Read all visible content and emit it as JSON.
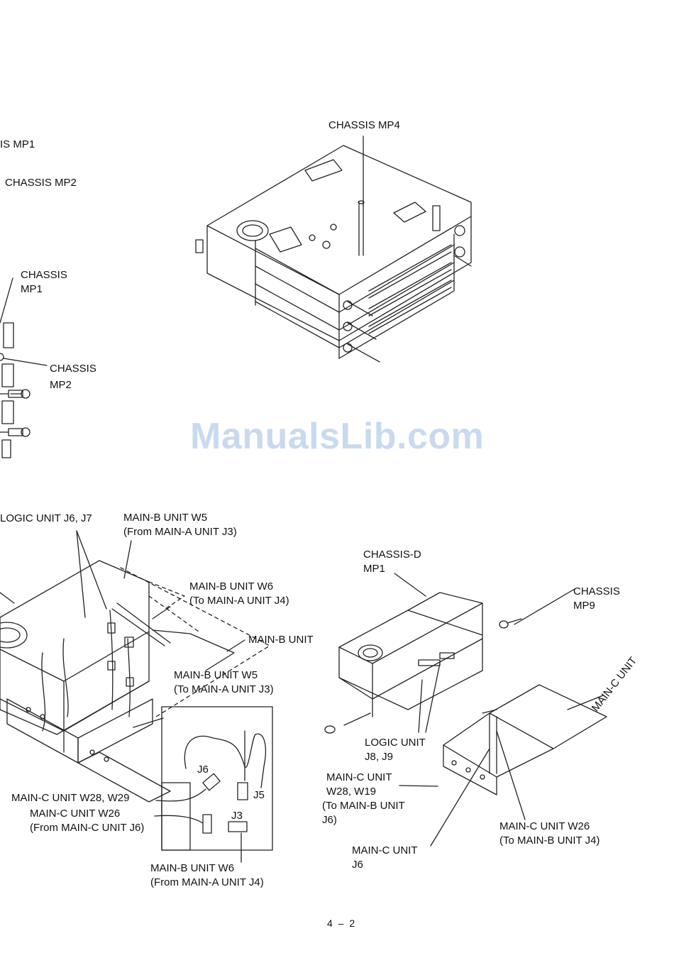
{
  "labels": {
    "top_mp1": "IS  MP1",
    "top_mp2": "CHASSIS  MP2",
    "left_chassis_mp1": [
      "CHASSIS",
      "MP1"
    ],
    "left_chassis_mp2": [
      "CHASSIS",
      "MP2"
    ],
    "chassis_mp4": "CHASSIS  MP4",
    "logic_unit_j6_j7": "LOGIC UNIT J6, J7",
    "mainb_w5_from": [
      "MAIN-B UNIT   W5",
      "(From MAIN-A UNIT J3)"
    ],
    "mainb_w6_to": [
      "MAIN-B UNIT   W6",
      "(To MAIN-A UNIT J4)"
    ],
    "mainb_unit": "MAIN-B UNIT",
    "mainb_w5_to": [
      "MAIN-B UNIT   W5",
      "(To MAIN-A UNIT J3)"
    ],
    "j6": "J6",
    "j5": "J5",
    "j3": "J3",
    "mainc_w28_w29": "MAIN-C UNIT   W28,   W29",
    "mainc_w26_from": [
      "MAIN-C UNIT   W26",
      "(From MAIN-C UNIT J6)"
    ],
    "mainb_w6_from": [
      "MAIN-B UNIT   W6",
      "(From MAIN-A UNIT J4)"
    ],
    "chassis_d_mp1": [
      "CHASSIS-D",
      "MP1"
    ],
    "chassis_mp9": [
      "CHASSIS",
      "MP9"
    ],
    "mainc_unit_rot": "MAIN-C UNIT",
    "logic_unit_j8_j9": [
      "LOGIC UNIT",
      "J8, J9"
    ],
    "mainc_w28_w19": [
      "MAIN-C UNIT",
      "W28, W19",
      "(To MAIN-B UNIT",
      "J6)"
    ],
    "mainc_w26_to": [
      "MAIN-C UNIT   W26",
      "(To MAIN-B UNIT J4)"
    ],
    "mainc_j6": [
      "MAIN-C UNIT",
      "J6"
    ]
  },
  "watermark": "ManualsLib.com",
  "page_number": "4 – 2"
}
